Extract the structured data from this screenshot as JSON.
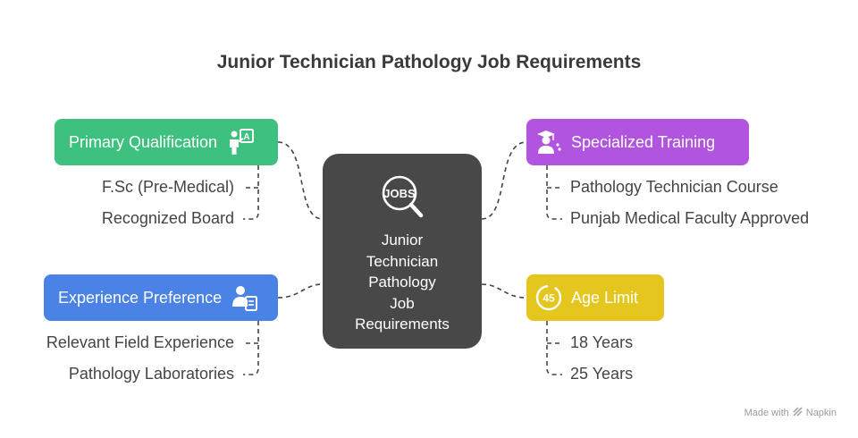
{
  "title": "Junior Technician Pathology Job Requirements",
  "center": {
    "text": "Junior\nTechnician\nPathology\nJob\nRequirements",
    "icon_text": "JOBS",
    "icon": "jobs-magnifier-icon",
    "color": "#484848"
  },
  "branches": [
    {
      "label": "Primary Qualification",
      "color": "#3ec07f",
      "icon": "student-board-icon",
      "items": [
        "F.Sc (Pre-Medical)",
        "Recognized Board"
      ]
    },
    {
      "label": "Specialized Training",
      "color": "#b155e0",
      "icon": "graduate-icon",
      "items": [
        "Pathology Technician Course",
        "Punjab Medical Faculty Approved"
      ]
    },
    {
      "label": "Experience Preference",
      "color": "#4a82e6",
      "icon": "user-document-icon",
      "items": [
        "Relevant Field Experience",
        "Pathology Laboratories"
      ]
    },
    {
      "label": "Age Limit",
      "color": "#e5c61e",
      "icon": "age-45-icon",
      "icon_text": "45",
      "items": [
        "18 Years",
        "25 Years"
      ]
    }
  ],
  "footer": {
    "made_with": "Made with",
    "brand": "Napkin"
  }
}
